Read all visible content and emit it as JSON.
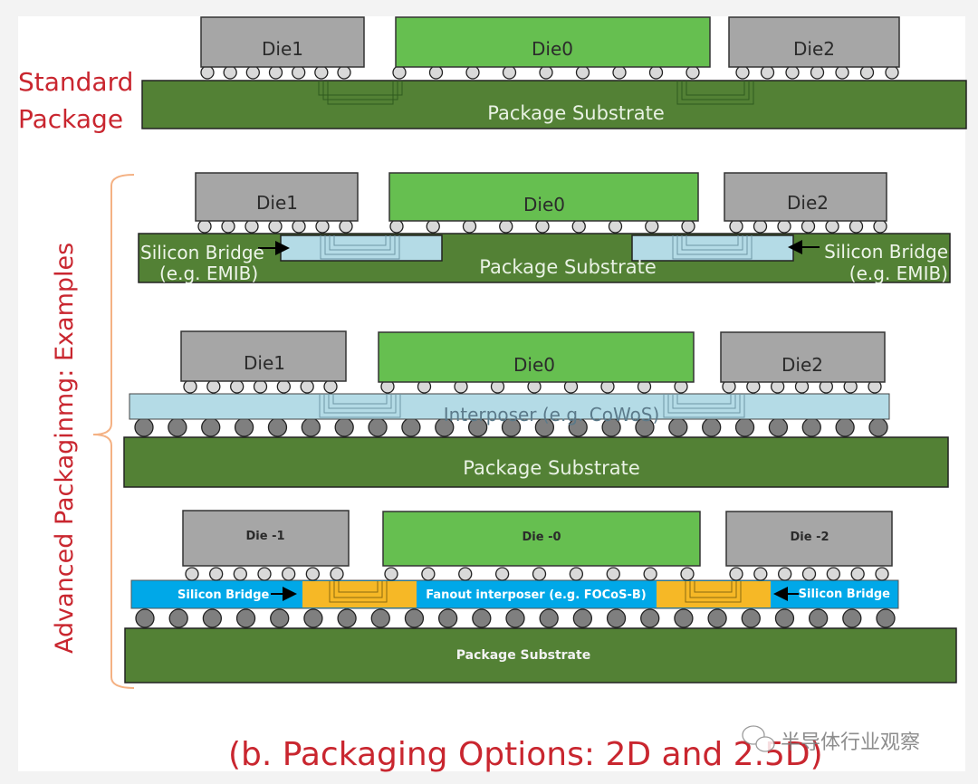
{
  "labels": {
    "standard_line1": "Standard",
    "standard_line2": "Package",
    "advanced": "Advanced Packaginmg: Examples",
    "caption": "(b. Packaging Options: 2D and 2.5D)",
    "watermark": "半导体行业观察"
  },
  "colors": {
    "die_gray": "#a6a6a6",
    "die_green": "#66bf50",
    "substrate": "#538135",
    "interposer_light": "#b4dbe6",
    "fanout_blue": "#00a8e8",
    "bridge_orange": "#f6b826",
    "label_red": "#c9262f",
    "bracket": "#f4b183"
  },
  "standard": {
    "dies": [
      "Die1",
      "Die0",
      "Die2"
    ],
    "substrate": "Package Substrate"
  },
  "emib": {
    "dies": [
      "Die1",
      "Die0",
      "Die2"
    ],
    "substrate": "Package Substrate",
    "bridge_left_line1": "Silicon Bridge",
    "bridge_left_line2": "(e.g. EMIB)",
    "bridge_right_line1": "Silicon Bridge",
    "bridge_right_line2": "(e.g. EMIB)"
  },
  "cowos": {
    "dies": [
      "Die1",
      "Die0",
      "Die2"
    ],
    "interposer": "Interposer (e.g. CoWoS)",
    "substrate": "Package Substrate"
  },
  "focos": {
    "dies": [
      "Die -1",
      "Die -0",
      "Die -2"
    ],
    "bridge_left": "Silicon Bridge",
    "fanout": "Fanout interposer (e.g. FOCoS-B)",
    "bridge_right": "Silicon Bridge",
    "substrate": "Package Substrate"
  }
}
